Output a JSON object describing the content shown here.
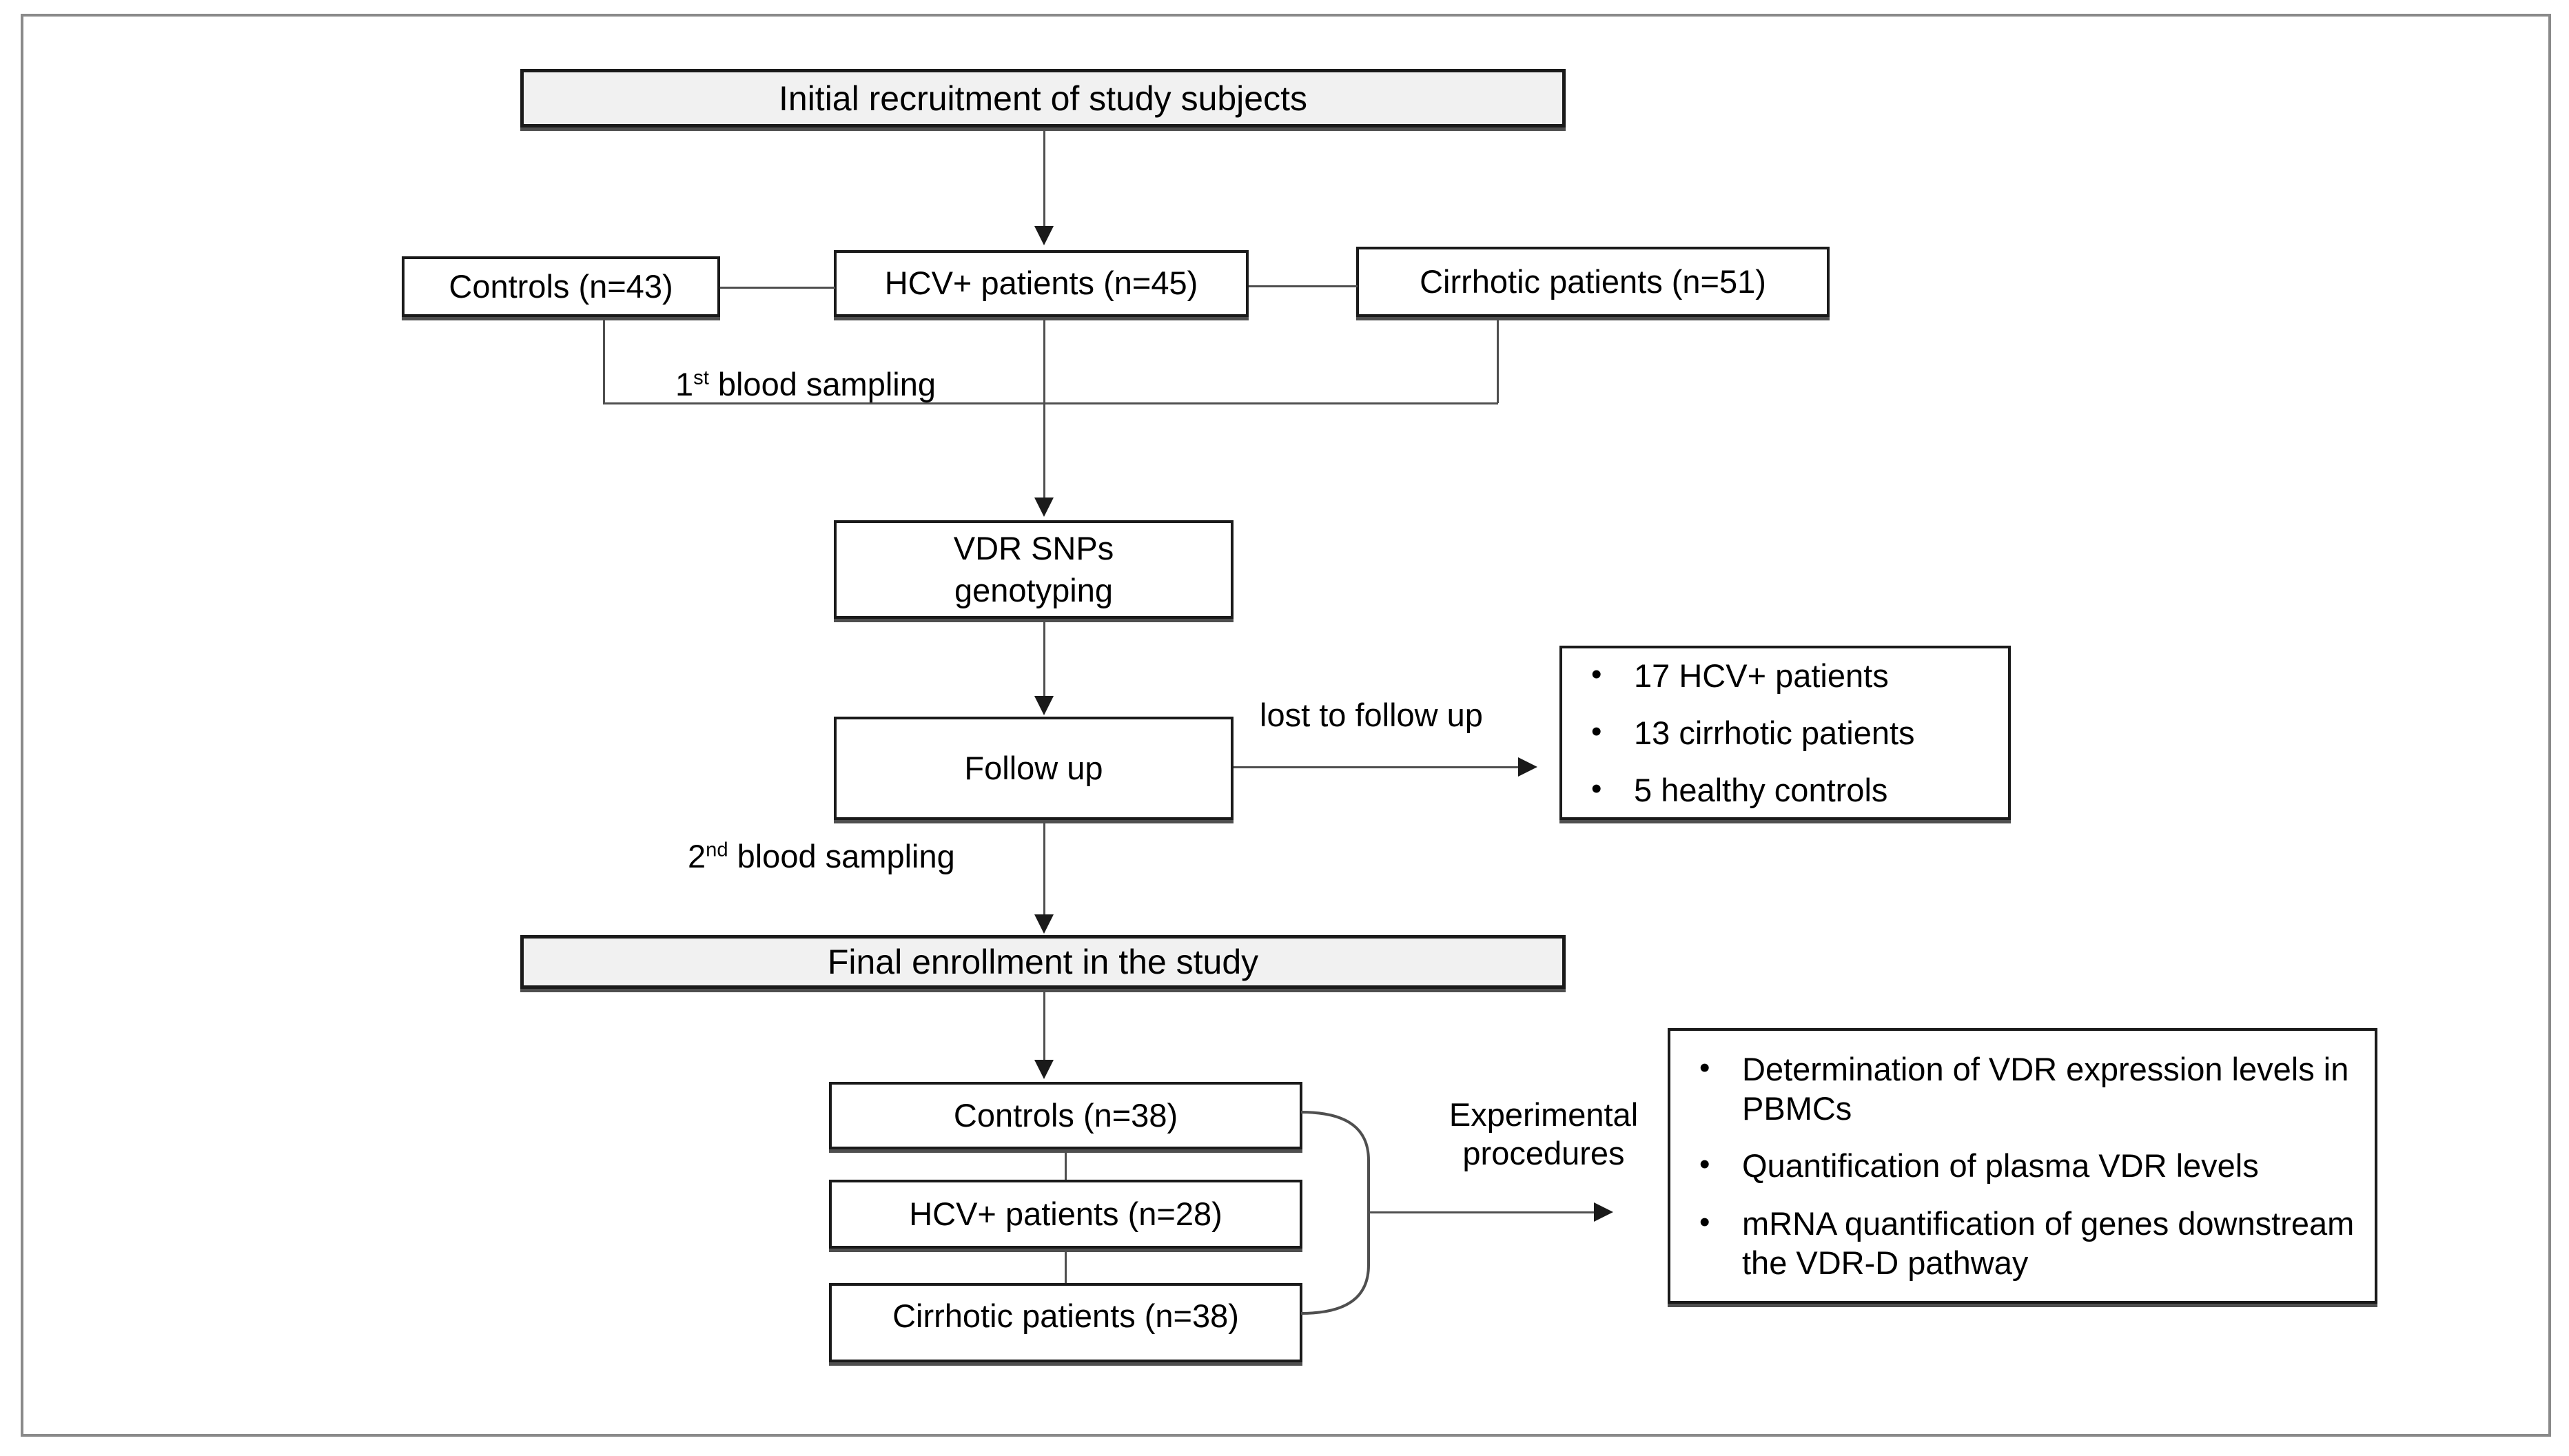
{
  "figure": {
    "type": "flowchart",
    "title": "Study subject recruitment and experimental workflow"
  },
  "nodes": {
    "initial_recruitment": "Initial recruitment of study subjects",
    "controls_initial": "Controls (n=43)",
    "hcv_initial": "HCV+ patients (n=45)",
    "cirrhotic_initial": "Cirrhotic patients (n=51)",
    "genotyping_line1": "VDR SNPs",
    "genotyping_line2": "genotyping",
    "follow_up": "Follow up",
    "final_enrollment": "Final enrollment in the study",
    "controls_final": "Controls (n=38)",
    "hcv_final": "HCV+ patients (n=28)",
    "cirrhotic_final": "Cirrhotic patients (n=38)"
  },
  "edge_labels": {
    "first_blood_sampling_num": "1",
    "first_blood_sampling_sup": "st",
    "first_blood_sampling_rest": " blood sampling",
    "second_blood_sampling_num": "2",
    "second_blood_sampling_sup": "nd",
    "second_blood_sampling_rest": " blood sampling",
    "lost_to_follow_up": "lost to follow up",
    "experimental_procedures_line1": "Experimental",
    "experimental_procedures_line2": "procedures"
  },
  "lost_box": {
    "items": [
      "17 HCV+ patients",
      "13 cirrhotic patients",
      "5 healthy controls"
    ]
  },
  "procedures_box": {
    "items": [
      "Determination of VDR expression levels in PBMCs",
      "Quantification of plasma VDR levels",
      "mRNA quantification of genes downstream the VDR-D pathway"
    ]
  },
  "glyphs": {
    "bullet": "•"
  },
  "colors": {
    "frame_border": "#8a8a8a",
    "node_border": "#1a1a1a",
    "banner_fill": "#f1f1f1",
    "node_fill": "#ffffff",
    "connector": "#4f4f4f",
    "text": "#000000"
  }
}
